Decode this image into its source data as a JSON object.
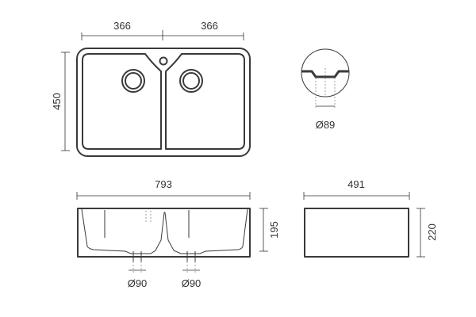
{
  "top_view": {
    "left_bowl_width": "366",
    "right_bowl_width": "366",
    "depth": "450"
  },
  "waste_detail": {
    "diameter": "Ø89"
  },
  "front_view": {
    "overall_width": "793",
    "bowl_height": "195",
    "left_waste": "Ø90",
    "right_waste": "Ø90"
  },
  "side_view": {
    "width": "491",
    "height": "220"
  },
  "colors": {
    "line": "#3a3a3a",
    "background": "#ffffff"
  }
}
